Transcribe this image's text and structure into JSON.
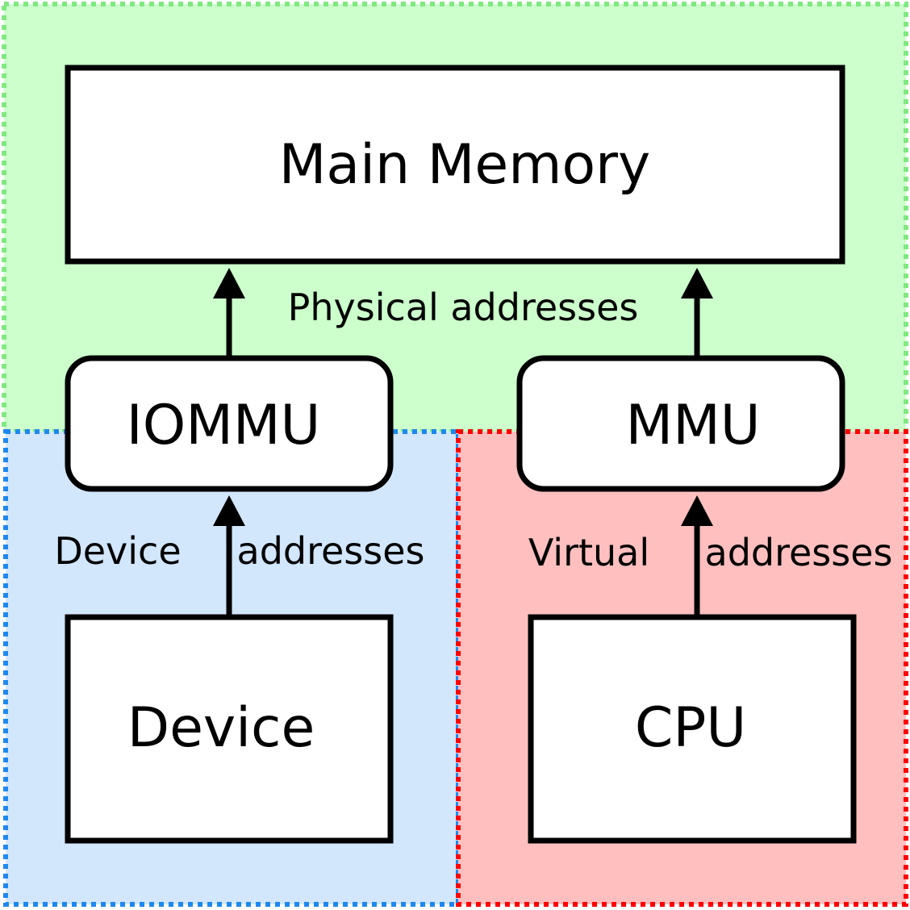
{
  "colors": {
    "physical_region_fill": "#ccffcc",
    "physical_region_border": "#80e880",
    "device_region_fill": "#d2e6fc",
    "device_region_border": "#1e88f0",
    "cpu_region_fill": "#ffbfbf",
    "cpu_region_border": "#ff0000",
    "box_fill": "#ffffff",
    "stroke": "#000000"
  },
  "nodes": {
    "main_memory": "Main Memory",
    "iommu": "IOMMU",
    "mmu": "MMU",
    "device": "Device",
    "cpu": "CPU"
  },
  "edge_labels": {
    "physical": "Physical addresses",
    "device_left": "Device",
    "device_right": "addresses",
    "virtual_left": "Virtual",
    "virtual_right": "addresses"
  },
  "edges": [
    {
      "from": "iommu",
      "to": "main_memory"
    },
    {
      "from": "mmu",
      "to": "main_memory"
    },
    {
      "from": "device",
      "to": "iommu"
    },
    {
      "from": "cpu",
      "to": "mmu"
    }
  ]
}
